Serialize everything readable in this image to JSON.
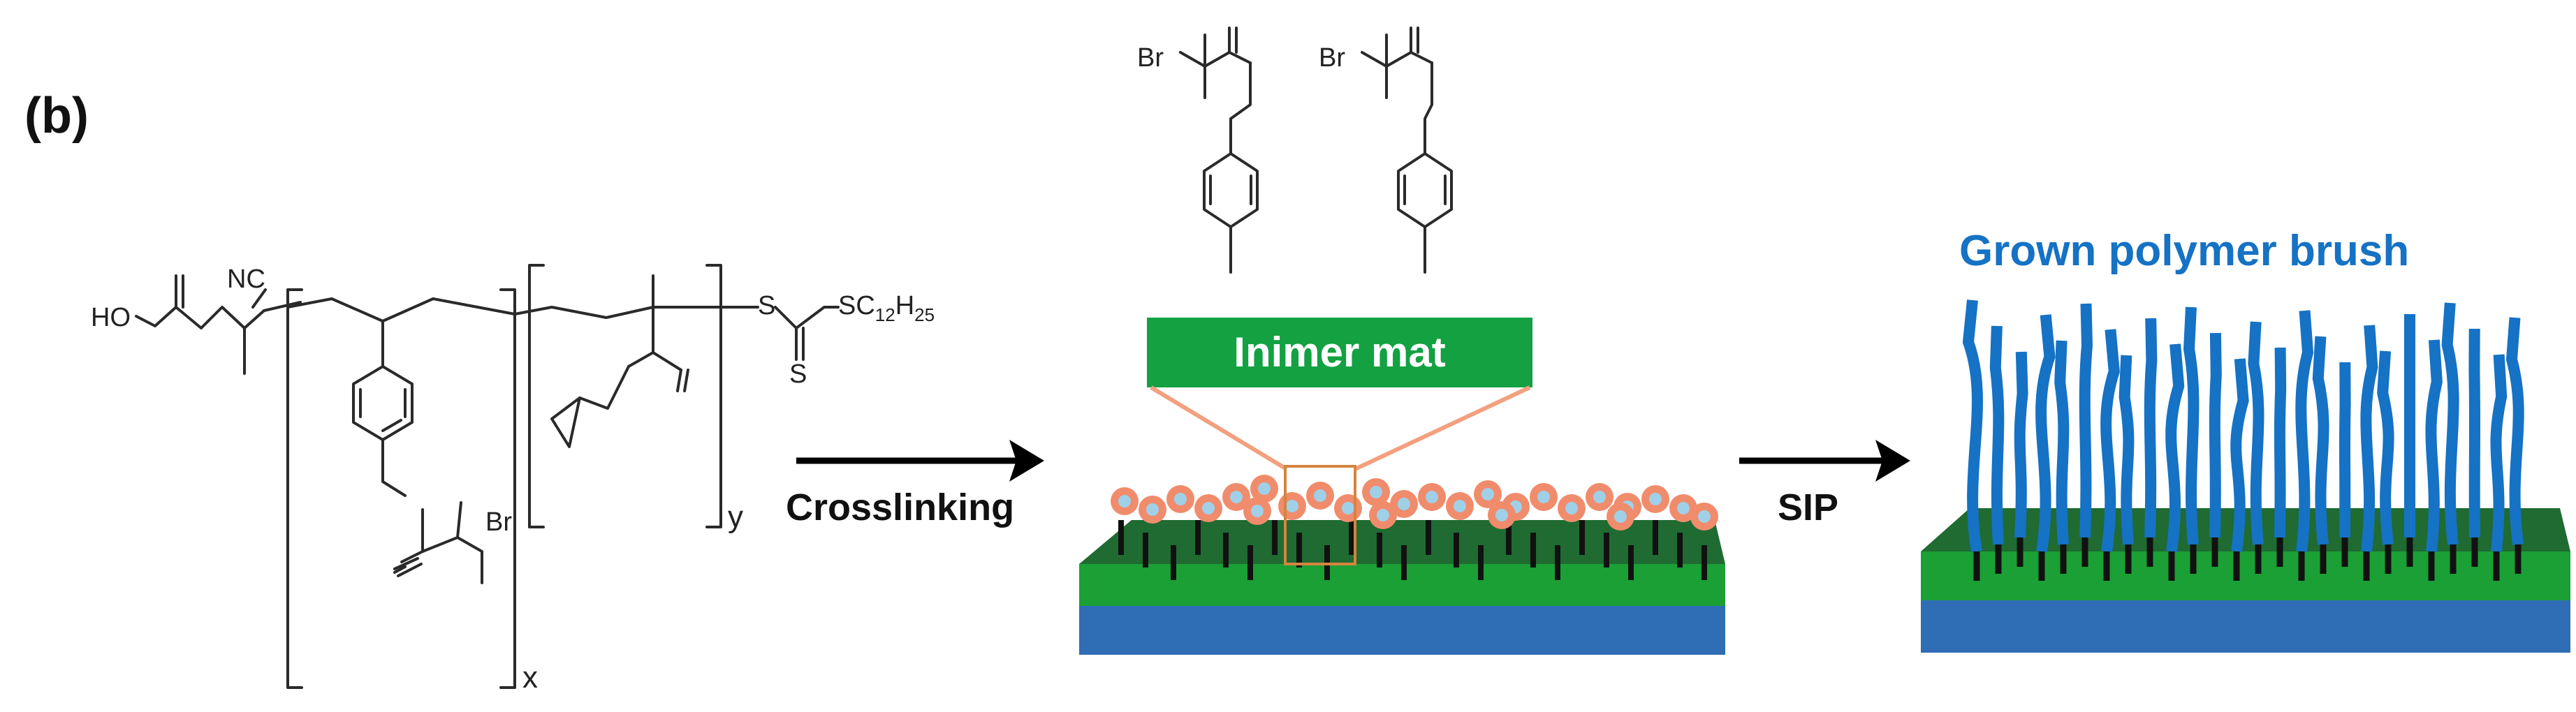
{
  "panel_label": "(b)",
  "chemistry": {
    "ho": "HO",
    "nc": "NC",
    "br": "Br",
    "s1": "S",
    "s2": "S",
    "sc_main": "SC",
    "sc_sub1": "12",
    "sc_h": "H",
    "sc_sub2": "25",
    "sub_x": "x",
    "sub_y": "y",
    "br_inimer_1": "Br",
    "br_inimer_2": "Br"
  },
  "steps": {
    "crosslinking": "Crosslinking",
    "sip": "SIP"
  },
  "inimer_mat": "Inimer mat",
  "brush_title": "Grown polymer brush",
  "colors": {
    "substrate_top": "#1f6b32",
    "substrate_mid": "#1aa035",
    "substrate_bottom": "#2f6db5",
    "mat_green": "#13a142",
    "brush_blue": "#1572c4",
    "bead_ring": "#f08c6c",
    "bead_core": "#9fd0e8",
    "zoom_lines": "#f3a07f",
    "zoom_box": "#d5843f"
  }
}
